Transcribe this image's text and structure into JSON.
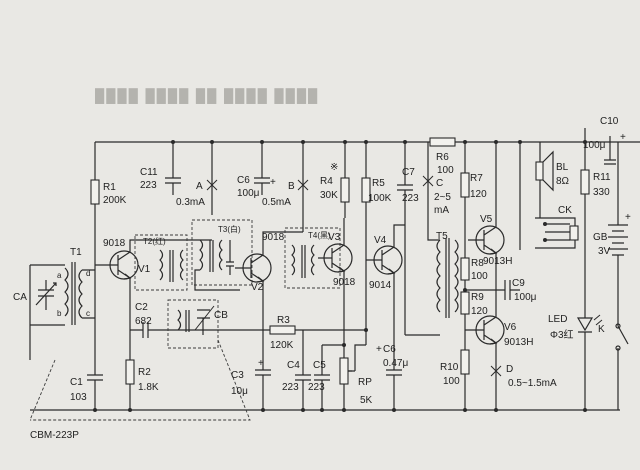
{
  "faint_header": "████ ████ ██ ████ ████",
  "labels": {
    "c11": "C11",
    "c11v": "223",
    "a": "A",
    "a_cur": "0.3mA",
    "c6a": "C6",
    "c6a_v": "100μ",
    "c6a_plus": "+",
    "b": "B",
    "b_cur": "0.5mA",
    "star": "※",
    "r4": "R4",
    "r4v": "30K",
    "r5": "R5",
    "r5v": "100K",
    "c7": "C7",
    "c7v": "223",
    "c": "C",
    "c_cur1": "2~5",
    "c_cur2": "mA",
    "r6": "R6",
    "r6v": "100",
    "r7": "R7",
    "r7v": "120",
    "c10": "C10",
    "c10v": "100μ",
    "c10_plus": "+",
    "bl": "BL",
    "blv": "8Ω",
    "r11": "R11",
    "r11v": "330",
    "ck": "CK",
    "gb": "GB",
    "gbv": "3V",
    "gb_plus": "+",
    "r1": "R1",
    "r1v": "200K",
    "t1": "T1",
    "t1_a": "a",
    "t1_b": "b",
    "t1_c": "c",
    "t1_d": "d",
    "ca": "CA",
    "v1n": "9018",
    "v1": "V1",
    "t2": "T2(红)",
    "t3": "T3(白)",
    "t4": "T4(黑)",
    "v2n": "9018",
    "v2": "V2",
    "v3": "V3",
    "v3n": "9018",
    "v4": "V4",
    "v4n": "9014",
    "t5": "T5",
    "v5": "V5",
    "v5n": "9013H",
    "r8": "R8",
    "r8v": "100",
    "c9": "C9",
    "c9v": "100μ",
    "r9": "R9",
    "r9v": "120",
    "v6": "V6",
    "v6n": "9013H",
    "led": "LED",
    "ledv": "Φ3红",
    "k": "K",
    "c2": "C2",
    "c2v": "682",
    "cb": "CB",
    "r3": "R3",
    "r3v": "120K",
    "c1": "C1",
    "c1v": "103",
    "r2": "R2",
    "r2v": "1.8K",
    "c3": "C3",
    "c3v": "10μ",
    "c3_plus": "+",
    "c4": "C4",
    "c4v": "223",
    "c5": "C5",
    "c5v": "223",
    "rp": "RP",
    "rpv": "5K",
    "c6b": "C6",
    "c6b_v": "0.47μ",
    "c6b_plus": "+",
    "r10": "R10",
    "r10v": "100",
    "d": "D",
    "d_cur": "0.5~1.5mA",
    "part": "CBM-223P"
  }
}
